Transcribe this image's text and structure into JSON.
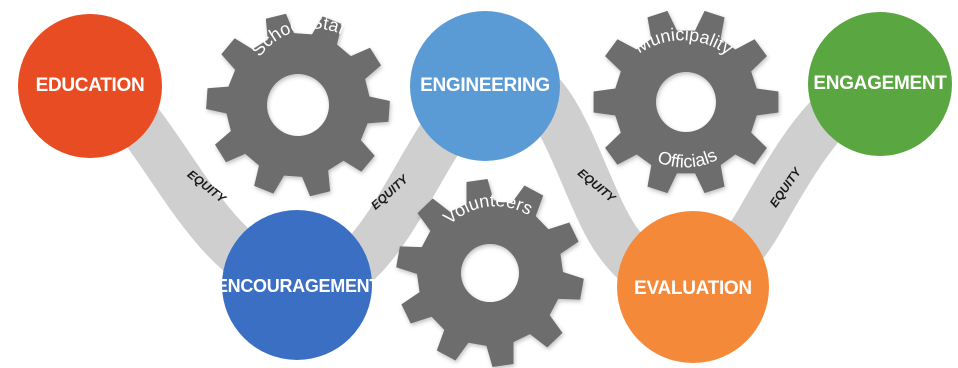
{
  "stages": [
    {
      "id": "education",
      "label": "EDUCATION",
      "color": "#e84c23"
    },
    {
      "id": "encouragement",
      "label": "ENCOURAGEMENT",
      "color": "#3b6fc4"
    },
    {
      "id": "engineering",
      "label": "ENGINEERING",
      "color": "#5b9bd5"
    },
    {
      "id": "evaluation",
      "label": "EVALUATION",
      "color": "#f5893a"
    },
    {
      "id": "engagement",
      "label": "ENGAGEMENT",
      "color": "#5aa640"
    }
  ],
  "connector": {
    "label": "EQUITY",
    "color": "#cfcfcf"
  },
  "gears": {
    "color": "#6d6d6d",
    "school_staff": "School Staff",
    "volunteers": "Volunteers",
    "municipality": "Municipality",
    "officials": "Officials"
  }
}
